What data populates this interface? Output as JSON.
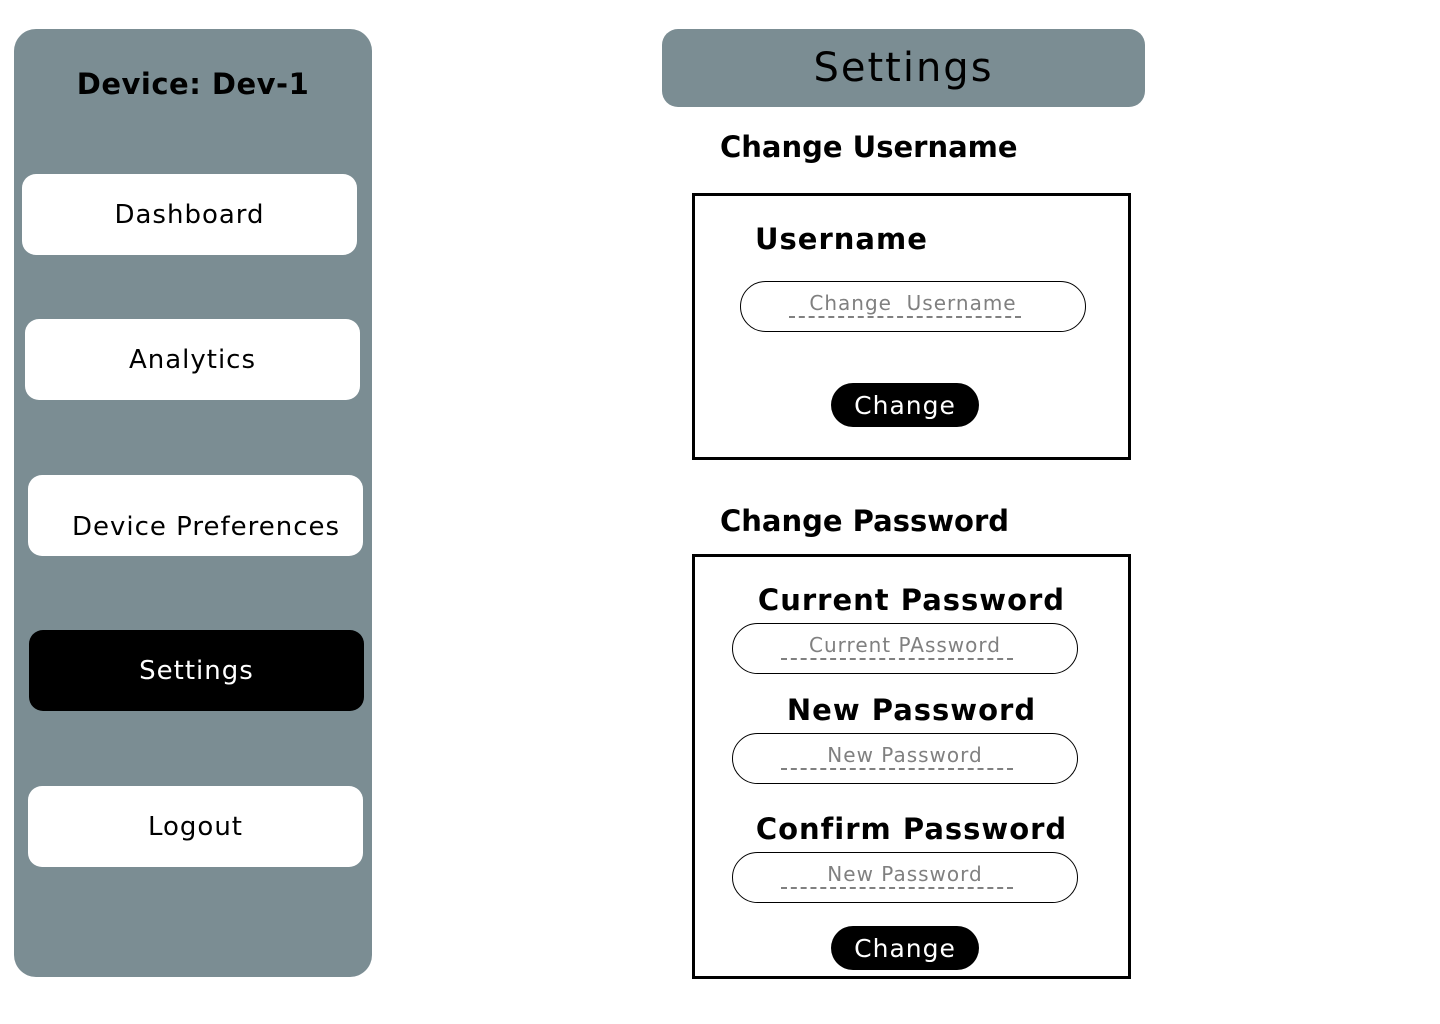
{
  "sidebar": {
    "device_title": "Device: Dev-1",
    "items": [
      {
        "label": "Dashboard"
      },
      {
        "label": "Analytics"
      },
      {
        "label": "Device Preferences"
      },
      {
        "label": "Settings",
        "active": true
      },
      {
        "label": "Logout"
      }
    ]
  },
  "header": {
    "title": "Settings"
  },
  "username_section": {
    "title": "Change Username",
    "field_label": "Username",
    "placeholder": "Change  Username",
    "button": "Change"
  },
  "password_section": {
    "title": "Change Password",
    "current_label": "Current Password",
    "current_placeholder": "Current PAssword",
    "new_label": "New Password",
    "new_placeholder": "New Password",
    "confirm_label": "Confirm Password",
    "confirm_placeholder": "New Password",
    "button": "Change"
  },
  "colors": {
    "panel": "#7b8d93",
    "active": "#000000",
    "placeholder": "#808080"
  }
}
